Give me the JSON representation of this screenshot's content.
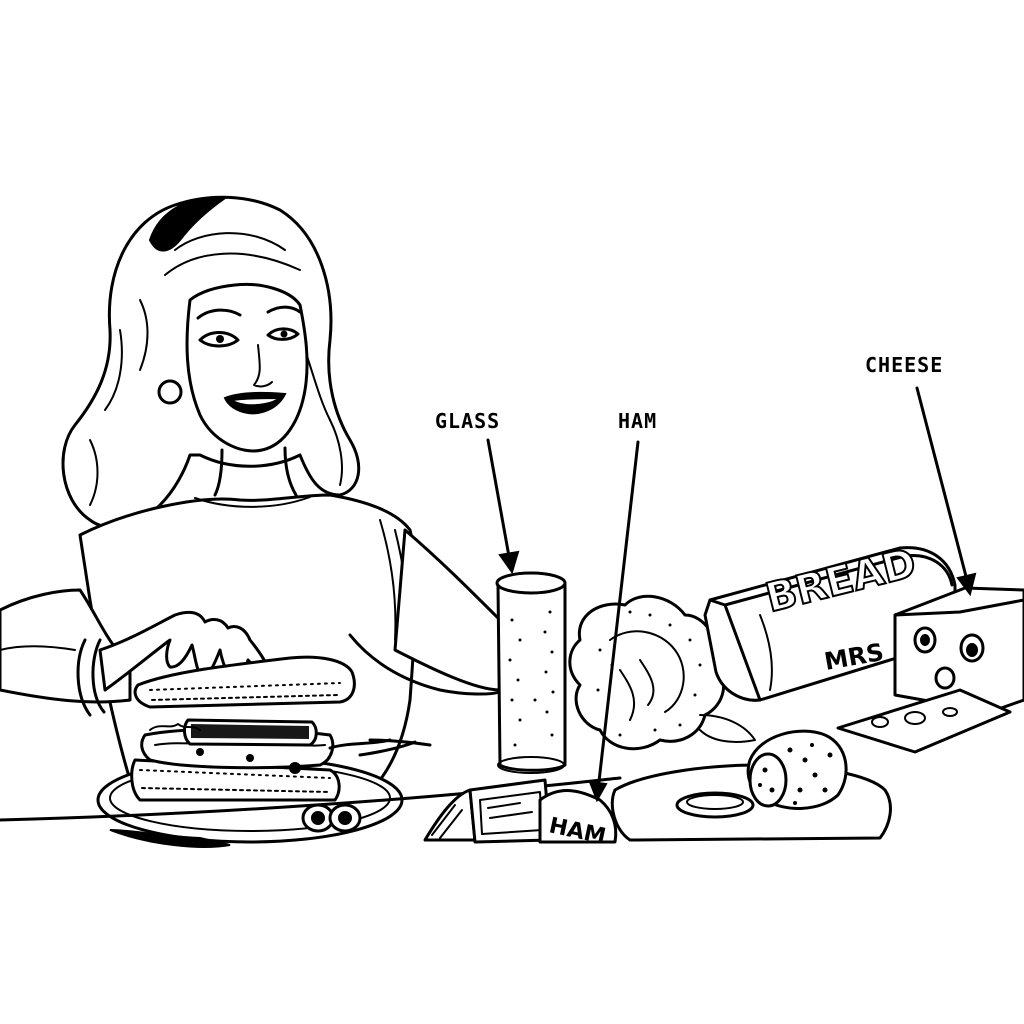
{
  "labels": {
    "glass": "GLASS",
    "ham": "HAM",
    "cheese": "CHEESE"
  },
  "packages": {
    "bread_brand": "BREAD",
    "bread_maker": "MRS",
    "ham_pack": "HAM"
  },
  "icons": [
    "woman-figure",
    "sandwich-icon",
    "glass-icon",
    "lettuce-icon",
    "bread-loaf-icon",
    "cheese-block-icon",
    "sausage-icon",
    "ham-package-icon"
  ],
  "colors": {
    "ink": "#000000",
    "paper": "#ffffff"
  }
}
